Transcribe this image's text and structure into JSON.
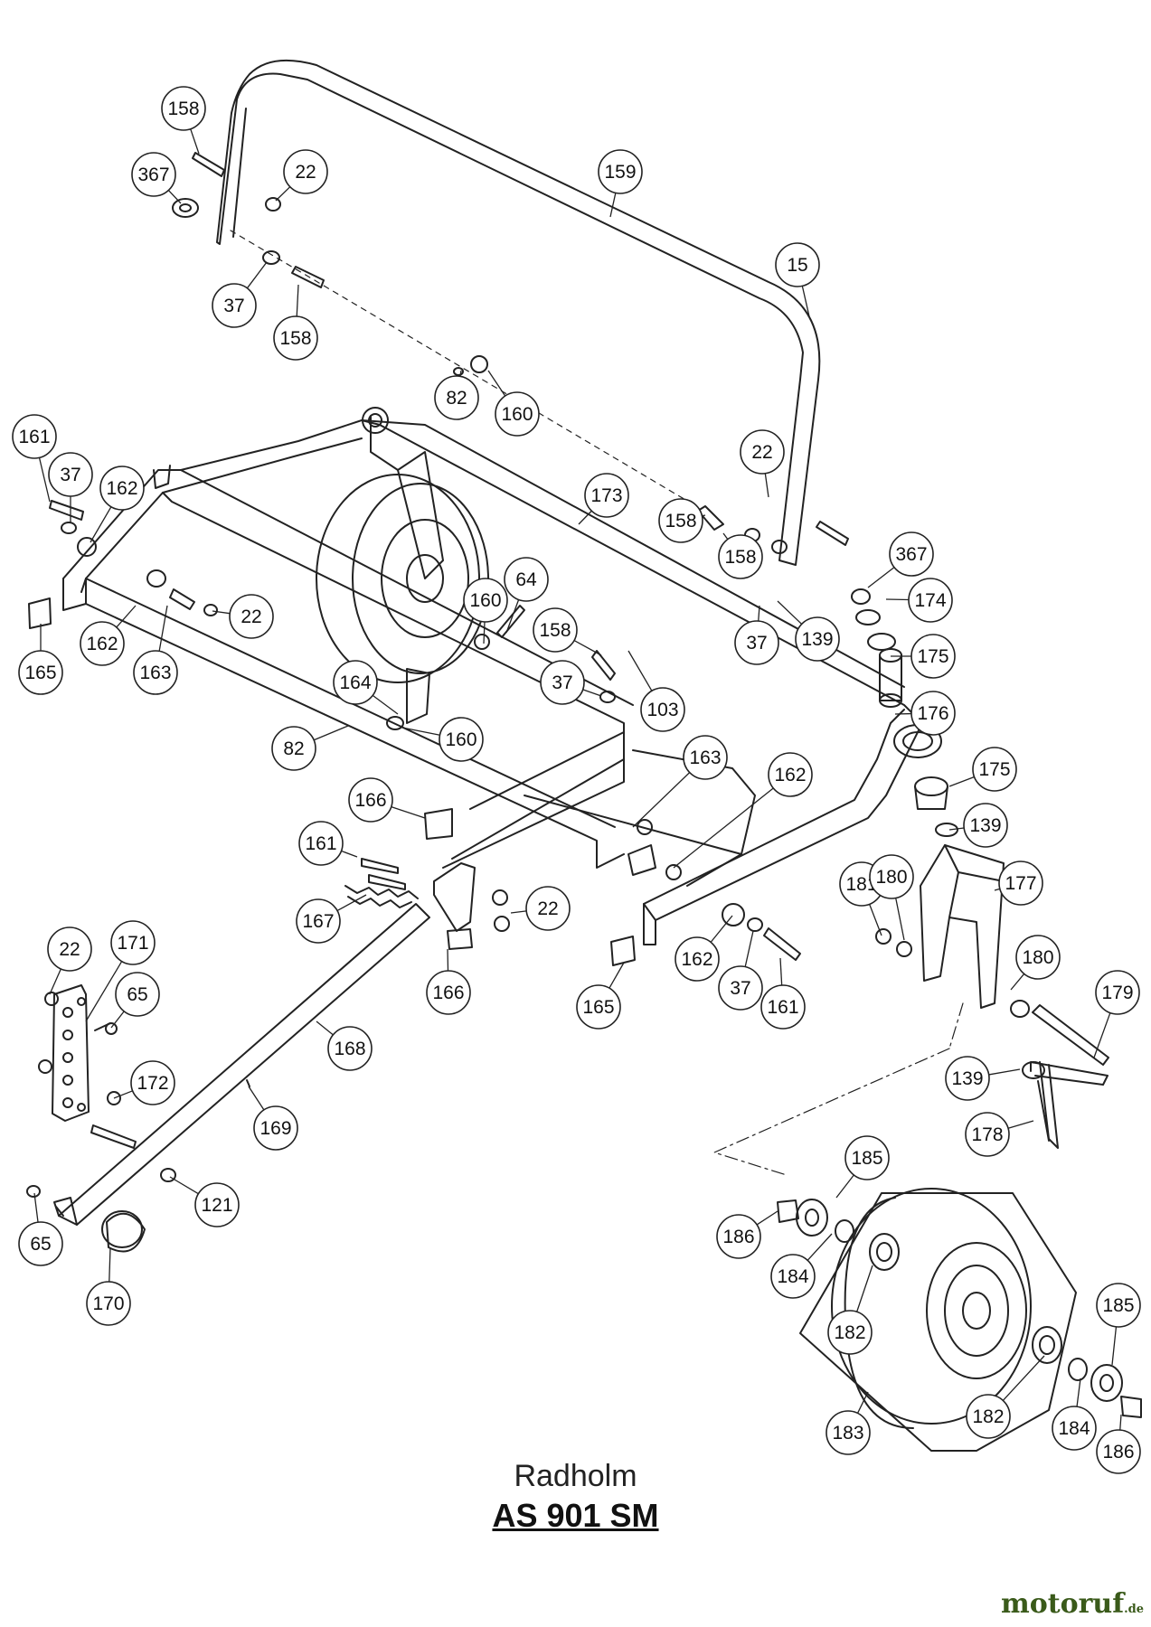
{
  "caption": {
    "title": "Radholm",
    "model": "AS 901 SM"
  },
  "watermark": {
    "brand": "motoruf",
    "tld": ".de"
  },
  "colors": {
    "line": "#222222",
    "watermark_green": "#3a5a1a",
    "watermark_orange": "#e08a00"
  },
  "callouts": [
    "158",
    "367",
    "22",
    "159",
    "37",
    "158",
    "15",
    "82",
    "160",
    "161",
    "37",
    "162",
    "173",
    "22",
    "158",
    "158",
    "37",
    "367",
    "174",
    "139",
    "175",
    "176",
    "165",
    "162",
    "163",
    "22",
    "160",
    "64",
    "158",
    "37",
    "164",
    "82",
    "160",
    "103",
    "163",
    "162",
    "175",
    "139",
    "166",
    "161",
    "22",
    "167",
    "177",
    "181",
    "180",
    "162",
    "37",
    "161",
    "166",
    "165",
    "180",
    "179",
    "22",
    "171",
    "65",
    "168",
    "172",
    "139",
    "178",
    "169",
    "121",
    "185",
    "186",
    "184",
    "65",
    "170",
    "182",
    "185",
    "182",
    "184",
    "186",
    "183"
  ]
}
